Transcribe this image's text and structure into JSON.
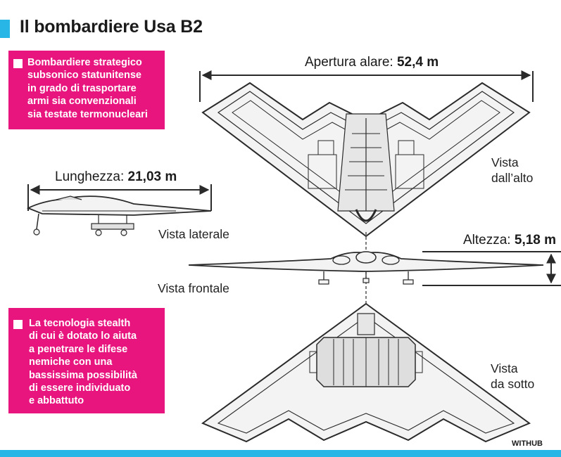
{
  "title": "Il bombardiere Usa B2",
  "colors": {
    "accent": "#27b6e6",
    "highlight": "#e8157f",
    "line": "#2a2a2a",
    "fill": "#f3f3f3"
  },
  "info_boxes": [
    {
      "text": "Bombardiere strategico\nsubsonico statunitense\nin grado di trasportare\narmi sia convenzionali\nsia testate termonucleari"
    },
    {
      "text": "La tecnologia stealth\ndi cui è dotato lo aiuta\na penetrare le difese\nnemiche con una\n bassissima possibilità\ndi essere individuato\ne abbattuto"
    }
  ],
  "dimensions": {
    "wingspan": {
      "label": "Apertura alare: ",
      "value": "52,4 m"
    },
    "length": {
      "label": "Lunghezza: ",
      "value": "21,03 m"
    },
    "height": {
      "label": "Altezza: ",
      "value": "5,18 m"
    }
  },
  "views": {
    "top": "Vista\ndall’alto",
    "side": "Vista laterale",
    "front": "Vista frontale",
    "bottom": "Vista\nda sotto"
  },
  "credit": "WITHUB"
}
